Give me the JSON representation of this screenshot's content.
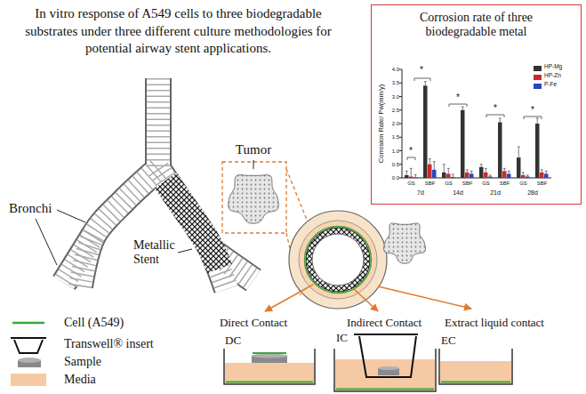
{
  "diagram": {
    "title": "In vitro response of A549 cells to three biodegradable substrates under three different culture methodologies for potential airway stent applications.",
    "nodes": [
      {
        "text": [
          "Corrosion rate of three biodegradable metal"
        ]
      },
      {
        "text": [
          "DC"
        ]
      },
      {
        "text": [
          "IC"
        ]
      },
      {
        "text": [
          "EC"
        ]
      }
    ],
    "labels": [
      "Corrosion Rate/ Pw(mm/y)",
      "4.0",
      "3.5",
      "3.0",
      "2.5",
      "2.0",
      "1.5",
      "1.0",
      "0.5",
      "0.0",
      "*",
      "*",
      "*",
      "*",
      "*",
      "GS",
      "SBF",
      "GS",
      "SBF",
      "GS",
      "SBF",
      "GS",
      "SBF",
      "7d",
      "14d",
      "21d",
      "28d",
      "Tumor",
      "Bronchi",
      "Metallic Stent",
      "Direct Contact",
      "Indirect Contact",
      "Extract liquid contact"
    ],
    "legend": [
      {
        "text": "HP-Mg",
        "color": "#333333"
      },
      {
        "text": "HP-Zn",
        "color": "#cc2a2a"
      },
      {
        "text": "P-Fe",
        "color": "#2a45c8"
      },
      {
        "text": "Cell (A549)"
      },
      {
        "text": "Transwell® insert"
      },
      {
        "text": "Sample"
      },
      {
        "text": "Media",
        "color": "#f5c9a3"
      }
    ]
  }
}
